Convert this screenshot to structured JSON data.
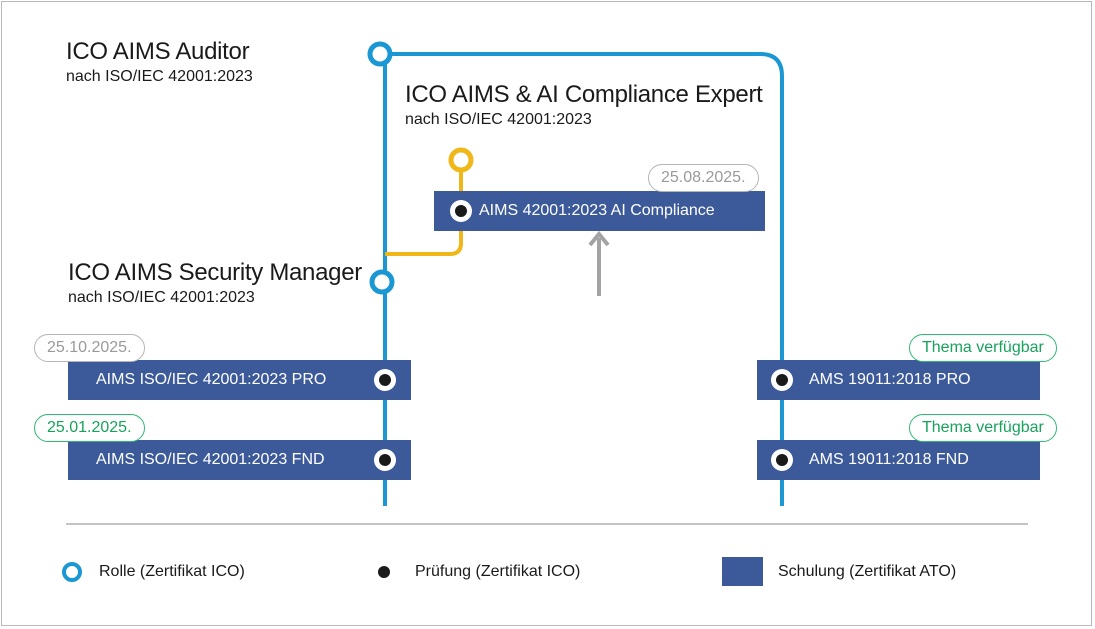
{
  "roles": {
    "auditor": {
      "title": "ICO AIMS Auditor",
      "subtitle": "nach ISO/IEC 42001:2023"
    },
    "expert": {
      "title": "ICO AIMS & AI Compliance Expert",
      "subtitle": "nach ISO/IEC 42001:2023"
    },
    "security_manager": {
      "title": "ICO AIMS Security Manager",
      "subtitle": "nach ISO/IEC 42001:2023"
    }
  },
  "courses": {
    "ai_compliance": "AIMS 42001:2023 AI Compliance",
    "pro_42001": "AIMS ISO/IEC 42001:2023 PRO",
    "fnd_42001": "AIMS ISO/IEC 42001:2023 FND",
    "pro_19011": "AMS 19011:2018 PRO",
    "fnd_19011": "AMS 19011:2018 FND"
  },
  "badges": {
    "ai_compliance": "25.08.2025.",
    "pro_42001": "25.10.2025.",
    "fnd_42001": "25.01.2025.",
    "pro_19011": "Thema verfügbar",
    "fnd_19011": "Thema verfügbar"
  },
  "legend": {
    "role": "Rolle (Zertifikat ICO)",
    "exam": "Prüfung  (Zertifikat ICO)",
    "training": "Schulung (Zertifikat ATO)"
  },
  "colors": {
    "track_blue": "#1b97d4",
    "track_yellow": "#f0b719",
    "course_fill": "#3c5a99",
    "badge_green": "#2eb872",
    "badge_grey": "#b5b5b5",
    "arrow_grey": "#a3a3a3"
  }
}
